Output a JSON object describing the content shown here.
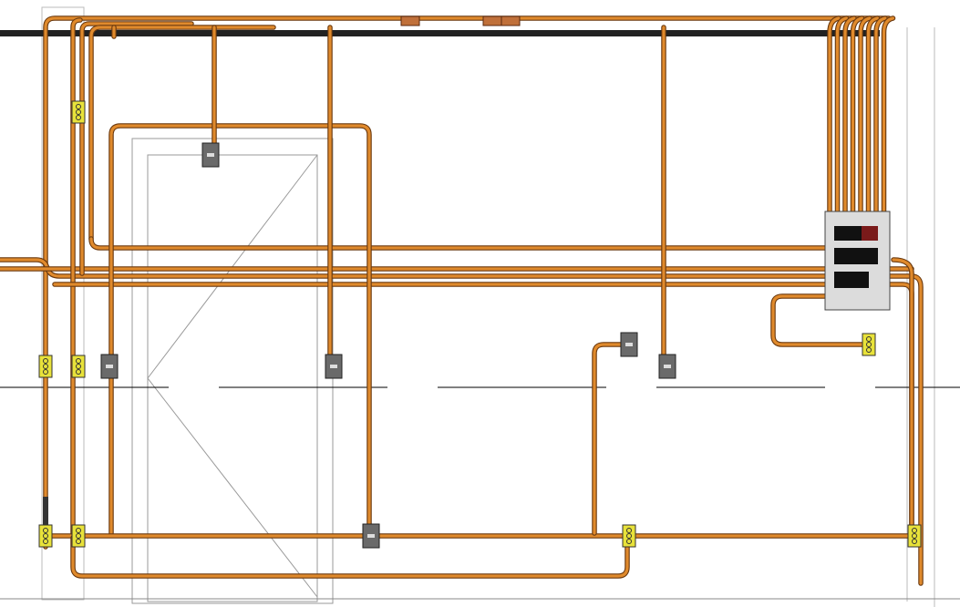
{
  "colors": {
    "conduit": "#e08a2c",
    "conduit_outline": "#6b3a10",
    "receptacle": "#e8e23a",
    "switch_box": "#6a6a6a",
    "panel": "#dcdcdc",
    "busbar": "#222222",
    "grid_line": "#000000",
    "door_line": "#9a9a9a"
  },
  "devices": {
    "panel": "electrical-panel",
    "receptacles": 8,
    "switches": 6
  }
}
